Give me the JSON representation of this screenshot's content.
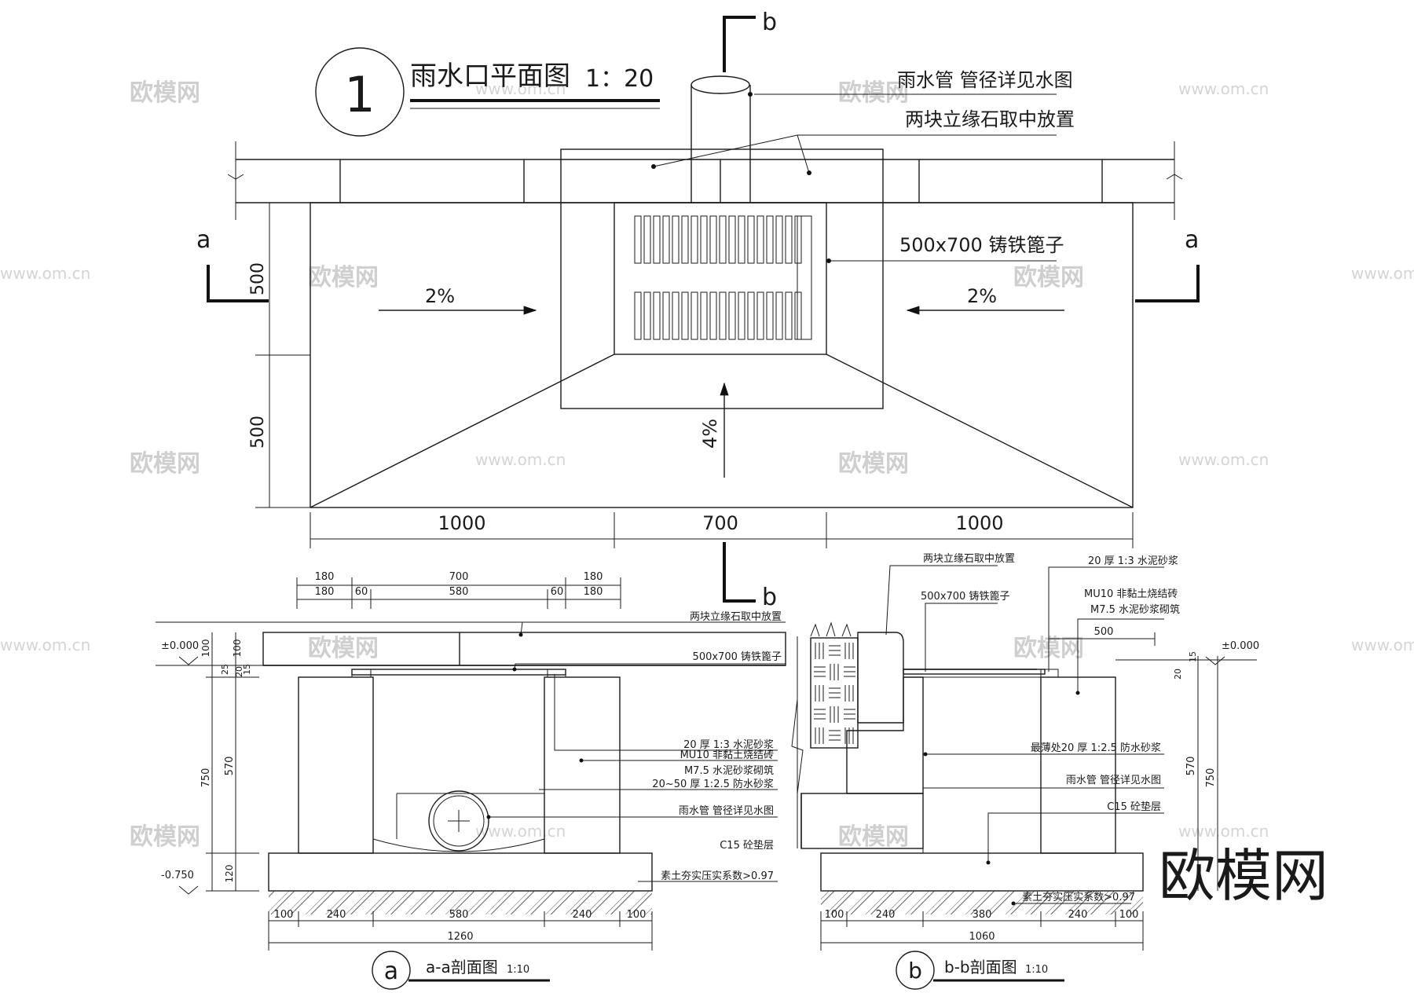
{
  "plan": {
    "circle_number": "1",
    "title": "雨水口平面图",
    "scale": "1：20",
    "section_b": "b",
    "section_a": "a",
    "label_pipe": "雨水管 管径详见水图",
    "label_curb": "两块立缘石取中放置",
    "label_grate": "500x700 铸铁篦子",
    "slope_left": "2%",
    "slope_right": "2%",
    "slope_up": "4%",
    "dim_500_top": "500",
    "dim_500_bottom": "500",
    "dim_1000_left": "1000",
    "dim_700": "700",
    "dim_1000_right": "1000"
  },
  "section_a": {
    "circle": "a",
    "title": "a-a剖面图",
    "scale": "1:10",
    "dims_top1": [
      "180",
      "700",
      "180"
    ],
    "dims_top2": [
      "180",
      "60",
      "580",
      "60",
      "180"
    ],
    "elev_top": "±0.000",
    "elev_bottom": "-0.750",
    "left_dims": [
      "100",
      "25",
      "20",
      "750",
      "570",
      "120"
    ],
    "inner_dims": [
      "100",
      "15"
    ],
    "labels": [
      "两块立缘石取中放置",
      "500x700 铸铁篦子",
      "20 厚 1:3 水泥砂浆",
      "MU10 非黏土烧结砖",
      "M7.5 水泥砂浆砌筑",
      "20~50 厚 1:2.5 防水砂浆",
      "雨水管 管径详见水图",
      "C15 砼垫层",
      "素土夯实压实系数>0.97"
    ],
    "bottom_dims": [
      "100",
      "240",
      "580",
      "240",
      "100"
    ],
    "total_dim": "1260"
  },
  "section_b": {
    "circle": "b",
    "title": "b-b剖面图",
    "scale": "1:10",
    "labels": [
      "两块立缘石取中放置",
      "500x700 铸铁篦子",
      "20 厚 1:3 水泥砂浆",
      "MU10 非黏土烧结砖",
      "M7.5 水泥砂浆砌筑",
      "最薄处20 厚 1:2.5 防水砂浆",
      "雨水管 管径详见水图",
      "C15 砼垫层",
      "素土夯实压实系数>0.97"
    ],
    "dim_500": "500",
    "elev_top": "±0.000",
    "right_dims": [
      "15",
      "20",
      "570",
      "750"
    ],
    "bottom_dims": [
      "100",
      "240",
      "380",
      "240",
      "100"
    ],
    "total_dim": "1060"
  },
  "watermark": {
    "brand": "欧模网",
    "url": "www.om.cn",
    "big": "欧模网"
  }
}
